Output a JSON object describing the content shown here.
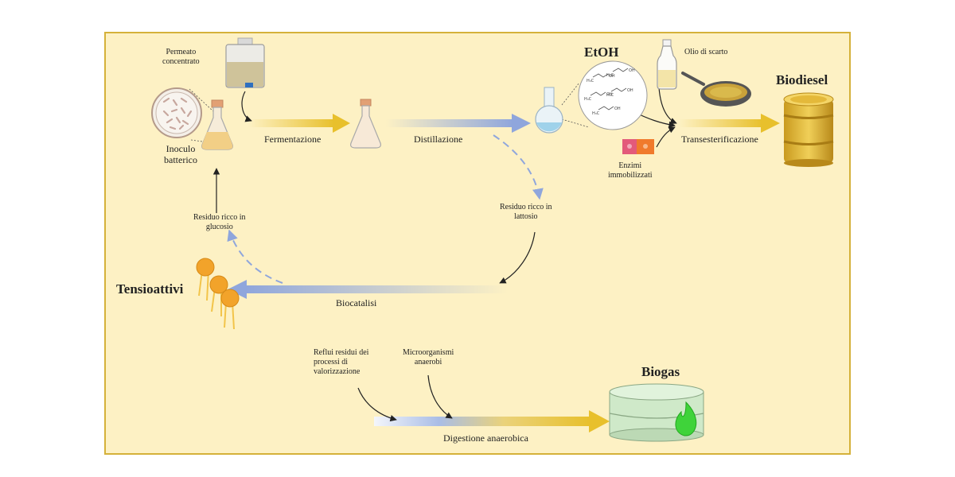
{
  "labels": {
    "permeato": "Permeato\nconcentrato",
    "inoculo": "Inoculo\nbatterico",
    "fermentazione": "Fermentazione",
    "distillazione": "Distillazione",
    "etoh": "EtOH",
    "olio": "Olio di scarto",
    "biodiesel": "Biodiesel",
    "transesterificazione": "Transesterificazione",
    "enzimi": "Enzimi\nimmobilizzati",
    "residuo_lattosio": "Residuo ricco in\nlattosio",
    "residuo_glucosio": "Residuo ricco in\nglucosio",
    "tensioattivi": "Tensioattivi",
    "biocatalisi": "Biocatalisi",
    "reflui": "Reflui residui dei\nprocessi di\nvalorizzazione",
    "microrganismi": "Microorganismi\nanaerobi",
    "biogas": "Biogas",
    "digestione": "Digestione anaerobica"
  },
  "molecule_labels": [
    "H₃C",
    "OH",
    "H₃C",
    "OH",
    "H₃C",
    "OH",
    "H₃C",
    "OH",
    "H₃C",
    "OH"
  ],
  "icons": [
    "petri-dish-icon",
    "culture-flask-icon",
    "permeate-tank-icon",
    "fermentation-flask-icon",
    "round-bottom-flask-icon",
    "ethanol-molecules-icon",
    "oil-bottle-icon",
    "frying-pan-icon",
    "enzyme-icon",
    "biodiesel-barrel-icon",
    "surfactant-micelles-icon",
    "biogas-digester-icon",
    "flame-icon"
  ],
  "colors": {
    "background": "#fdf1c4",
    "frame_border": "#d5b13a",
    "yellow_arrow": "#e8c02c",
    "blue_arrow": "#8fa6dc",
    "barrel": "#e1b733",
    "digester": "#cfe9c9",
    "flame": "#3fd33a",
    "surfactant": "#f2a32a"
  }
}
